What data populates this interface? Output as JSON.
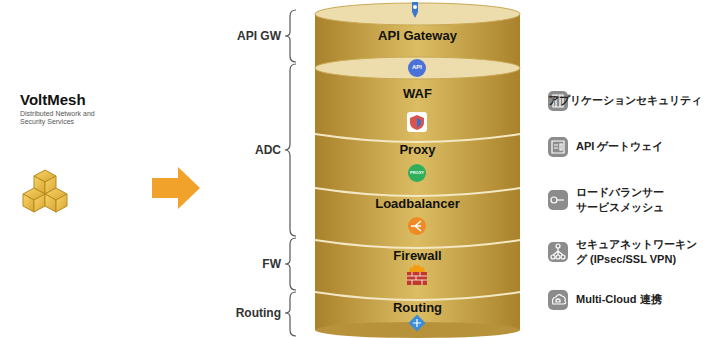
{
  "diagram": {
    "nodes": [
      {
        "text": [
          "API Gateway"
        ]
      },
      {
        "text": [
          "WAF"
        ]
      },
      {
        "text": [
          "Proxy"
        ]
      },
      {
        "text": [
          "Loadbalancer"
        ]
      },
      {
        "text": [
          "Firewall"
        ]
      },
      {
        "text": [
          "Routing"
        ]
      }
    ],
    "labels": [
      "VoltMesh",
      "Distributed Network and Security Services",
      "API GW",
      "ADC",
      "FW",
      "Routing",
      "アプリケーションセキュリティ",
      "API ゲートウェイ",
      "ロードバランサー サービスメッシュ",
      "セキュアネットワーキング (IPsec/SSL VPN)",
      "Multi-Cloud 連携",
      "API",
      "PROXY"
    ]
  }
}
